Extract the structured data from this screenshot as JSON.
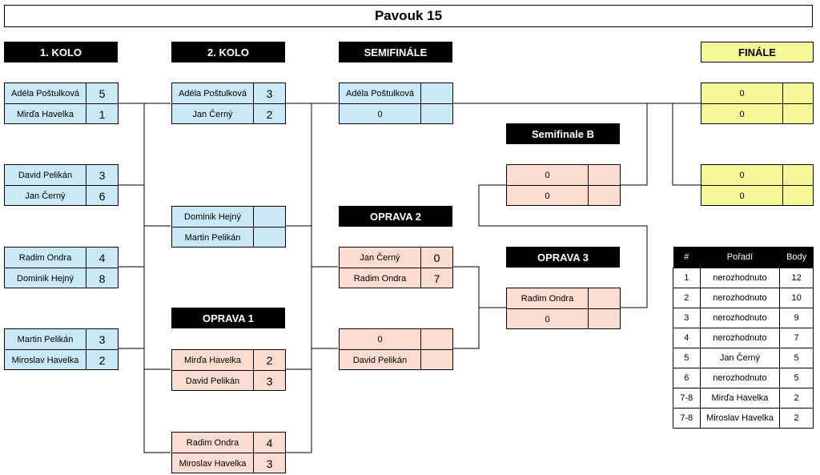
{
  "title": "Pavouk 15",
  "headers": {
    "round1": "1. KOLO",
    "round2": "2. KOLO",
    "semifinal": "SEMIFINÁLE",
    "final": "FINÁLE",
    "semifinal_b": "Semifinale B",
    "oprava1": "OPRAVA 1",
    "oprava2": "OPRAVA 2",
    "oprava3": "OPRAVA 3"
  },
  "matches": {
    "r1m1": {
      "p1": "Adéla Poštulková",
      "s1": "5",
      "p2": "Mirďa Havelka",
      "s2": "1"
    },
    "r1m2": {
      "p1": "David Pelikán",
      "s1": "3",
      "p2": "Jan Černý",
      "s2": "6"
    },
    "r1m3": {
      "p1": "Radim Ondra",
      "s1": "4",
      "p2": "Dominik Hejný",
      "s2": "8"
    },
    "r1m4": {
      "p1": "Martin Pelikán",
      "s1": "3",
      "p2": "Miroslav Havelka",
      "s2": "2"
    },
    "r2m1": {
      "p1": "Adéla Poštulková",
      "s1": "3",
      "p2": "Jan Černý",
      "s2": "2"
    },
    "r2m2": {
      "p1": "Dominik Hejný",
      "s1": "",
      "p2": "Martin Pelikán",
      "s2": ""
    },
    "o1m1": {
      "p1": "Mirďa Havelka",
      "s1": "2",
      "p2": "David Pelikán",
      "s2": "3"
    },
    "o1m2": {
      "p1": "Radim Ondra",
      "s1": "4",
      "p2": "Miroslav Havelka",
      "s2": "3"
    },
    "sf": {
      "p1": "Adéla Poštulková",
      "s1": "",
      "p2": "0",
      "s2": ""
    },
    "o2m1": {
      "p1": "Jan Černý",
      "s1": "0",
      "p2": "Radim Ondra",
      "s2": "7"
    },
    "o2m2": {
      "p1": "0",
      "s1": "",
      "p2": "David Pelikán",
      "s2": ""
    },
    "sfb": {
      "p1": "0",
      "s1": "",
      "p2": "0",
      "s2": ""
    },
    "o3": {
      "p1": "Radim Ondra",
      "s1": "",
      "p2": "0",
      "s2": ""
    },
    "f1": {
      "p1": "0",
      "s1": "",
      "p2": "0",
      "s2": ""
    },
    "f2": {
      "p1": "0",
      "s1": "",
      "p2": "0",
      "s2": ""
    }
  },
  "ranking": {
    "headers": [
      "#",
      "Pořadí",
      "Body"
    ],
    "rows": [
      [
        "1",
        "nerozhodnuto",
        "12"
      ],
      [
        "2",
        "nerozhodnuto",
        "10"
      ],
      [
        "3",
        "nerozhodnuto",
        "9"
      ],
      [
        "4",
        "nerozhodnuto",
        "7"
      ],
      [
        "5",
        "Jan Černý",
        "5"
      ],
      [
        "6",
        "nerozhodnuto",
        "5"
      ],
      [
        "7-8",
        "Mirďa Havelka",
        "2"
      ],
      [
        "7-8",
        "Miroslav Havelka",
        "2"
      ]
    ]
  }
}
